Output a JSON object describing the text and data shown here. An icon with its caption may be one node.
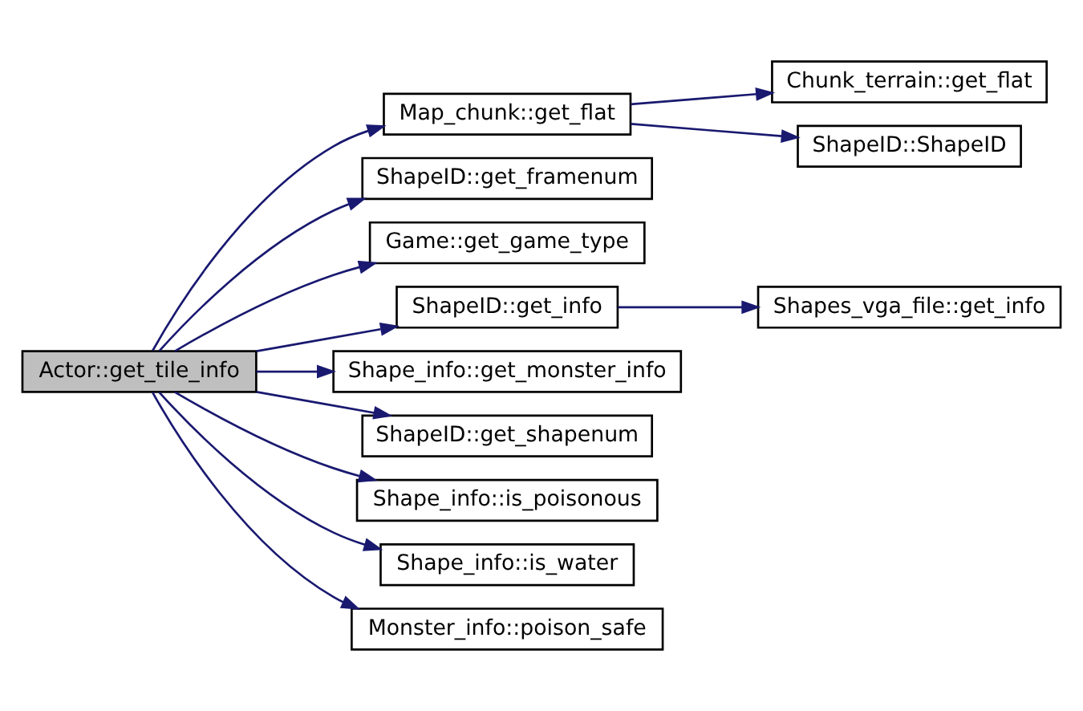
{
  "diagram": {
    "nodes": [
      {
        "text": [
          "Actor::get_tile_info"
        ]
      },
      {
        "text": [
          "Map_chunk::get_flat"
        ]
      },
      {
        "text": [
          "Chunk_terrain::get_flat"
        ]
      },
      {
        "text": [
          "ShapeID::ShapeID"
        ]
      },
      {
        "text": [
          "ShapeID::get_framenum"
        ]
      },
      {
        "text": [
          "Game::get_game_type"
        ]
      },
      {
        "text": [
          "ShapeID::get_info"
        ]
      },
      {
        "text": [
          "Shapes_vga_file::get_info"
        ]
      },
      {
        "text": [
          "Shape_info::get_monster_info"
        ]
      },
      {
        "text": [
          "ShapeID::get_shapenum"
        ]
      },
      {
        "text": [
          "Shape_info::is_poisonous"
        ]
      },
      {
        "text": [
          "Shape_info::is_water"
        ]
      },
      {
        "text": [
          "Monster_info::poison_safe"
        ]
      }
    ],
    "edges": [
      {
        "from": 0,
        "to": 1,
        "arrow": "to"
      },
      {
        "from": 1,
        "to": 2,
        "arrow": "to"
      },
      {
        "from": 1,
        "to": 3,
        "arrow": "to"
      },
      {
        "from": 0,
        "to": 4,
        "arrow": "to"
      },
      {
        "from": 0,
        "to": 5,
        "arrow": "to"
      },
      {
        "from": 0,
        "to": 6,
        "arrow": "to"
      },
      {
        "from": 6,
        "to": 7,
        "arrow": "to"
      },
      {
        "from": 0,
        "to": 8,
        "arrow": "to"
      },
      {
        "from": 0,
        "to": 9,
        "arrow": "to"
      },
      {
        "from": 0,
        "to": 10,
        "arrow": "to"
      },
      {
        "from": 0,
        "to": 11,
        "arrow": "to"
      },
      {
        "from": 0,
        "to": 12,
        "arrow": "to"
      }
    ]
  }
}
